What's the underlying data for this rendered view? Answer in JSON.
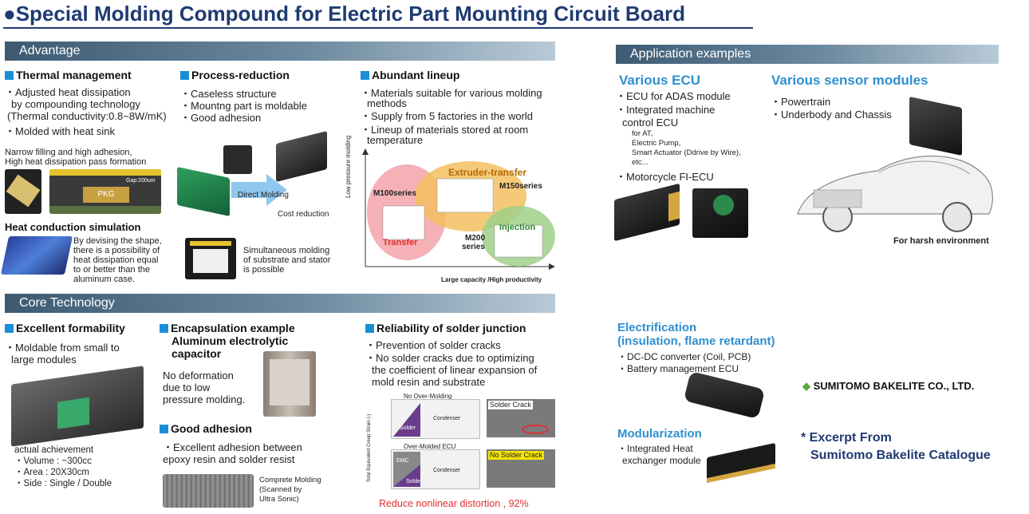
{
  "title": "●Special Molding Compound for Electric Part Mounting Circuit Board",
  "banners": {
    "advantage": "Advantage",
    "core": "Core Technology",
    "apps": "Application examples"
  },
  "thermal": {
    "heading": "Thermal management",
    "lines": [
      "・Adjusted heat dissipation",
      "by compounding technology",
      "(Thermal conductivity:0.8~8W/mK)",
      "・Molded with heat sink"
    ],
    "caption": [
      "Narrow filling and high adhesion,",
      "High heat dissipation pass formation"
    ],
    "pkg_label": "PKG",
    "gap_label": "Gap:200um",
    "sim_heading": "Heat conduction simulation",
    "sim_text": [
      "By devising the shape,",
      "there is a possibility of",
      "heat dissipation equal",
      "to or better than the",
      "aluminum case."
    ]
  },
  "process": {
    "heading": "Process-reduction",
    "lines": [
      "・Caseless structure",
      "・Mountng part is moldable",
      "・Good adhesion"
    ],
    "arrow_label": "Direct Molding",
    "cost_label": "Cost reduction",
    "stator_text": [
      "Simultaneous molding",
      "of substrate and stator",
      "is possible"
    ]
  },
  "lineup": {
    "heading": "Abundant lineup",
    "lines": [
      "・Materials suitable for various molding",
      "methods",
      "・Supply from 5 factories in the world",
      "・Lineup of materials stored at room",
      "temperature"
    ],
    "y_axis": "Low pressure molding",
    "x_axis": "Large capacity /High productivity",
    "extruder": "Extruder-transfer",
    "m100": "M100series",
    "m150": "M150series",
    "transfer": "Transfer",
    "injection": "Injection",
    "m200a": "M200",
    "m200b": "series"
  },
  "formability": {
    "heading": "Excellent formability",
    "lines": [
      "・Moldable from small to",
      "large modules"
    ],
    "achievement": [
      "actual achievement",
      "・Volume : ~300cc",
      "・Area : 20X30cm",
      "・Side : Single / Double"
    ]
  },
  "encapsulation": {
    "heading": [
      "Encapsulation example",
      "Aluminum electrolytic",
      "capacitor"
    ],
    "text": [
      "No deformation",
      "due to low",
      "pressure molding."
    ]
  },
  "adhesion": {
    "heading": "Good adhesion",
    "lines": [
      "・Excellent adhesion between",
      "epoxy resin and solder resist"
    ],
    "scan_caption": [
      "Comprete Molding",
      "(Scanned by",
      "Ultra Sonic)"
    ]
  },
  "solder": {
    "heading": "Reliability of solder junction",
    "lines": [
      "・Prevention of solder cracks",
      "・No solder cracks due to optimizing",
      "the coefficient of linear expansion of",
      "mold resin and substrate"
    ],
    "chart1_title": "No Over-Molding",
    "chart2_title": "Over-Molded ECU",
    "y_axis": "Total Equivalent Creep Strain (-)",
    "solder_label": "Solder",
    "condenser_label": "Condenser",
    "emc_label": "EMC",
    "crack_label": "Solder Crack",
    "no_crack_label": "No Solder Crack",
    "result": "Reduce nonlinear distortion , 92%"
  },
  "apps": {
    "ecu_heading": "Various ECU",
    "ecu_lines": [
      "・ECU for ADAS module",
      "・Integrated machine",
      "control ECU"
    ],
    "ecu_sub": [
      "for AT,",
      "Electric Pump,",
      "Smart Actuator (Ddrive by Wire),",
      "etc..."
    ],
    "moto": "・Motorcycle FI-ECU",
    "sensor_heading": "Various sensor modules",
    "sensor_lines": [
      "・Powertrain",
      "・Underbody and Chassis"
    ],
    "harsh": "For harsh environment",
    "elec_heading": [
      "Electrification",
      "(insulation, flame retardant)"
    ],
    "elec_lines": [
      "・DC-DC converter (Coil, PCB)",
      "・Battery management ECU"
    ],
    "mod_heading": "Modularization",
    "mod_lines": [
      "・Integrated Heat",
      "exchanger module"
    ]
  },
  "company": "SUMITOMO BAKELITE CO., LTD.",
  "excerpt": [
    "* Excerpt From",
    "Sumitomo Bakelite Catalogue"
  ],
  "colors": {
    "title": "#1f3b73",
    "accent": "#1b8fd6",
    "app_heading": "#2f8fd0",
    "result": "#e03030"
  }
}
